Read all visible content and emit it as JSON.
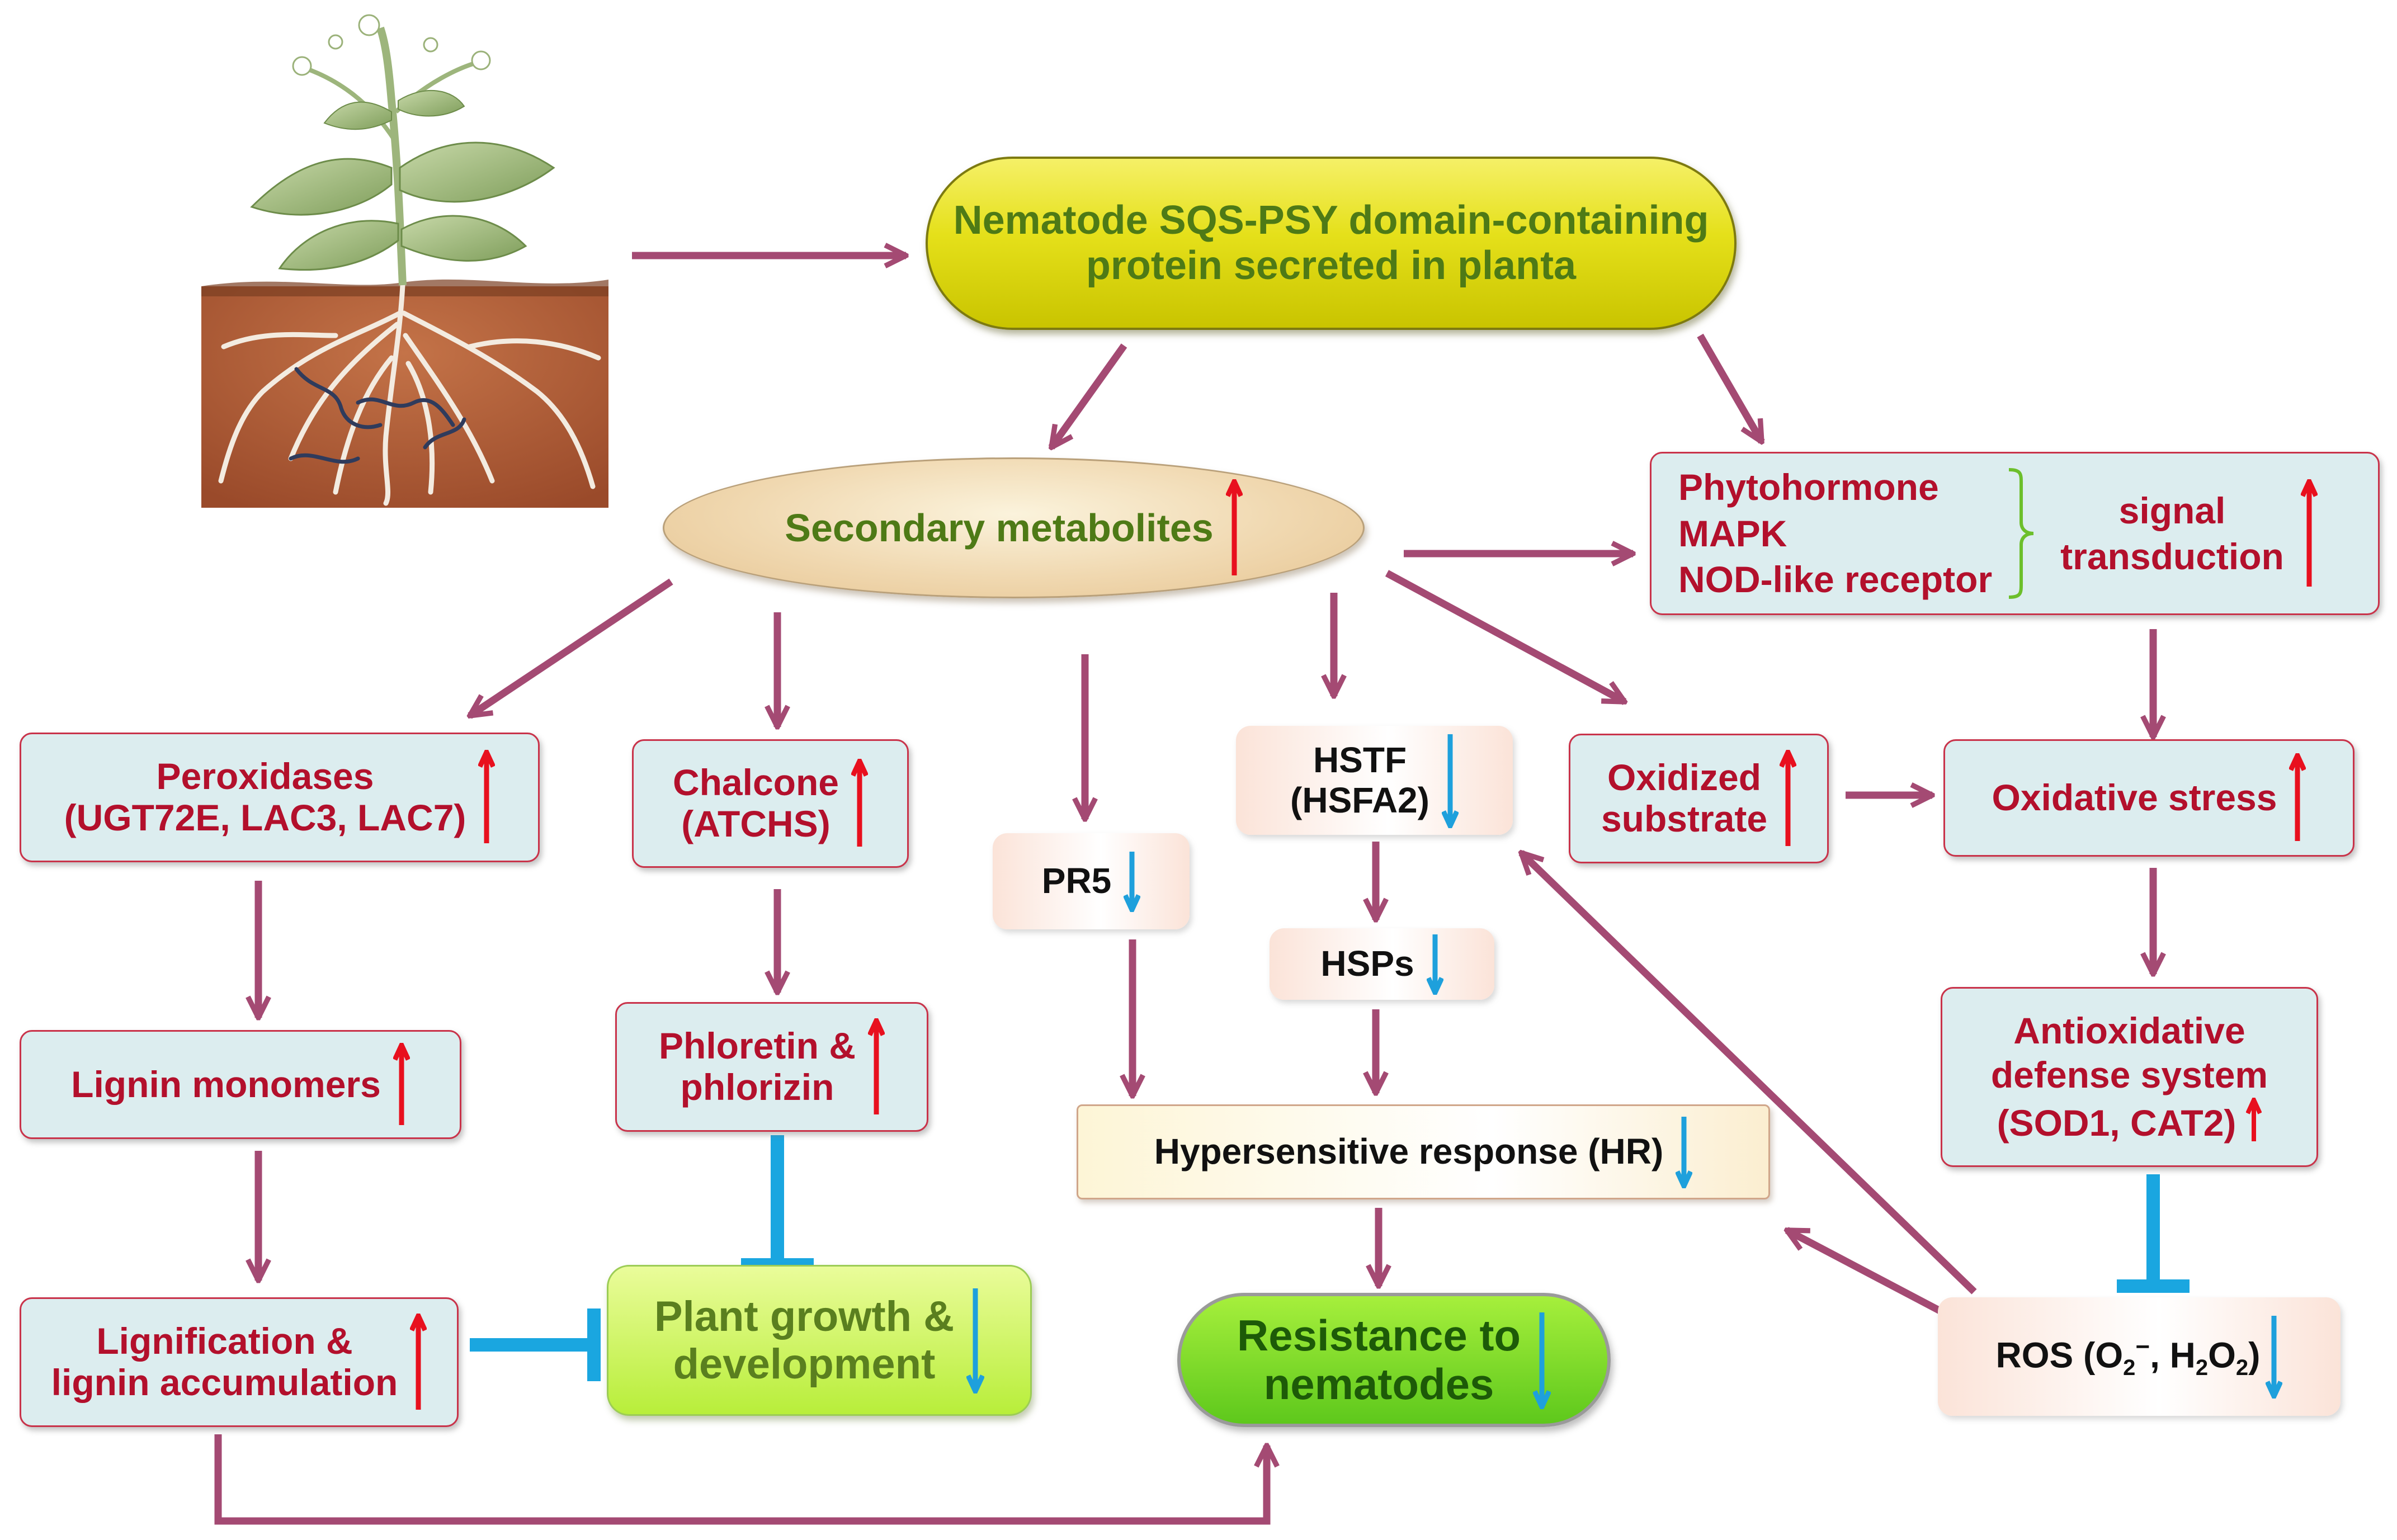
{
  "top_node": {
    "line1": "Nematode SQS-PSY domain-containing",
    "line2": "protein secreted in planta"
  },
  "secondary": {
    "label": "Secondary metabolites",
    "trend": "up"
  },
  "signal_group": {
    "items": [
      "Phytohormone",
      "MAPK",
      "NOD-like receptor"
    ],
    "label_line1": "signal",
    "label_line2": "transduction",
    "trend": "up"
  },
  "peroxidases": {
    "line1": "Peroxidases",
    "line2": "(UGT72E, LAC3, LAC7)",
    "trend": "up"
  },
  "chalcone": {
    "line1": "Chalcone",
    "line2": "(ATCHS)",
    "trend": "up"
  },
  "pr5": {
    "label": "PR5",
    "trend": "down"
  },
  "hstf": {
    "line1": "HSTF",
    "line2": "(HSFA2)",
    "trend": "down"
  },
  "hsps": {
    "label": "HSPs",
    "trend": "down"
  },
  "oxidized": {
    "line1": "Oxidized",
    "line2": "substrate",
    "trend": "up"
  },
  "oxidative": {
    "label": "Oxidative stress",
    "trend": "up"
  },
  "lignin_monomers": {
    "label": "Lignin monomers",
    "trend": "up"
  },
  "phloretin": {
    "line1": "Phloretin &",
    "line2": "phlorizin",
    "trend": "up"
  },
  "hr": {
    "label": "Hypersensitive response (HR)",
    "trend": "down"
  },
  "antioxidative": {
    "line1": "Antioxidative",
    "line2": "defense system",
    "line3": "(SOD1, CAT2)",
    "trend": "up"
  },
  "lignification": {
    "line1": "Lignification &",
    "line2": "lignin accumulation",
    "trend": "up"
  },
  "plant_growth": {
    "line1": "Plant growth &",
    "line2": "development",
    "trend": "down"
  },
  "resistance": {
    "line1": "Resistance to",
    "line2": "nematodes",
    "trend": "down"
  },
  "ros": {
    "prefix": "ROS (O",
    "o2_sub": "2",
    "o2_sup": "−",
    "mid": ", H",
    "h_sub": "2",
    "o": "O",
    "o_sub": "2",
    "suffix": ")",
    "trend": "down"
  },
  "colors": {
    "arrow": "#a44a73",
    "inhibit": "#1aa6e0",
    "up_arrow": "#e8101e",
    "down_arrow": "#1ea0dc",
    "red_text": "#b3102c",
    "green_text": "#4e7a16"
  }
}
